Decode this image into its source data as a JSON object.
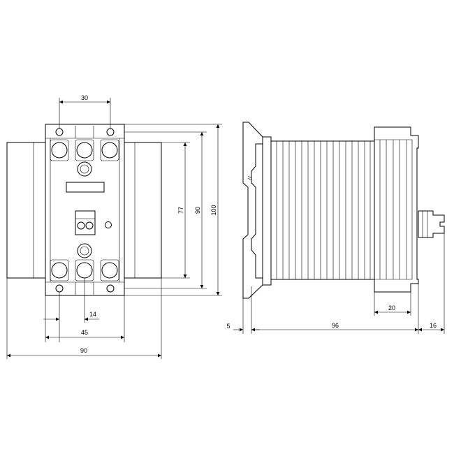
{
  "dimensions": {
    "front_top_30": "30",
    "front_height_77": "77",
    "front_height_90": "90",
    "front_height_100": "100",
    "front_14": "14",
    "front_45": "45",
    "front_width_90": "90",
    "side_5": "5",
    "side_96": "96",
    "side_16": "16",
    "side_20": "20"
  }
}
